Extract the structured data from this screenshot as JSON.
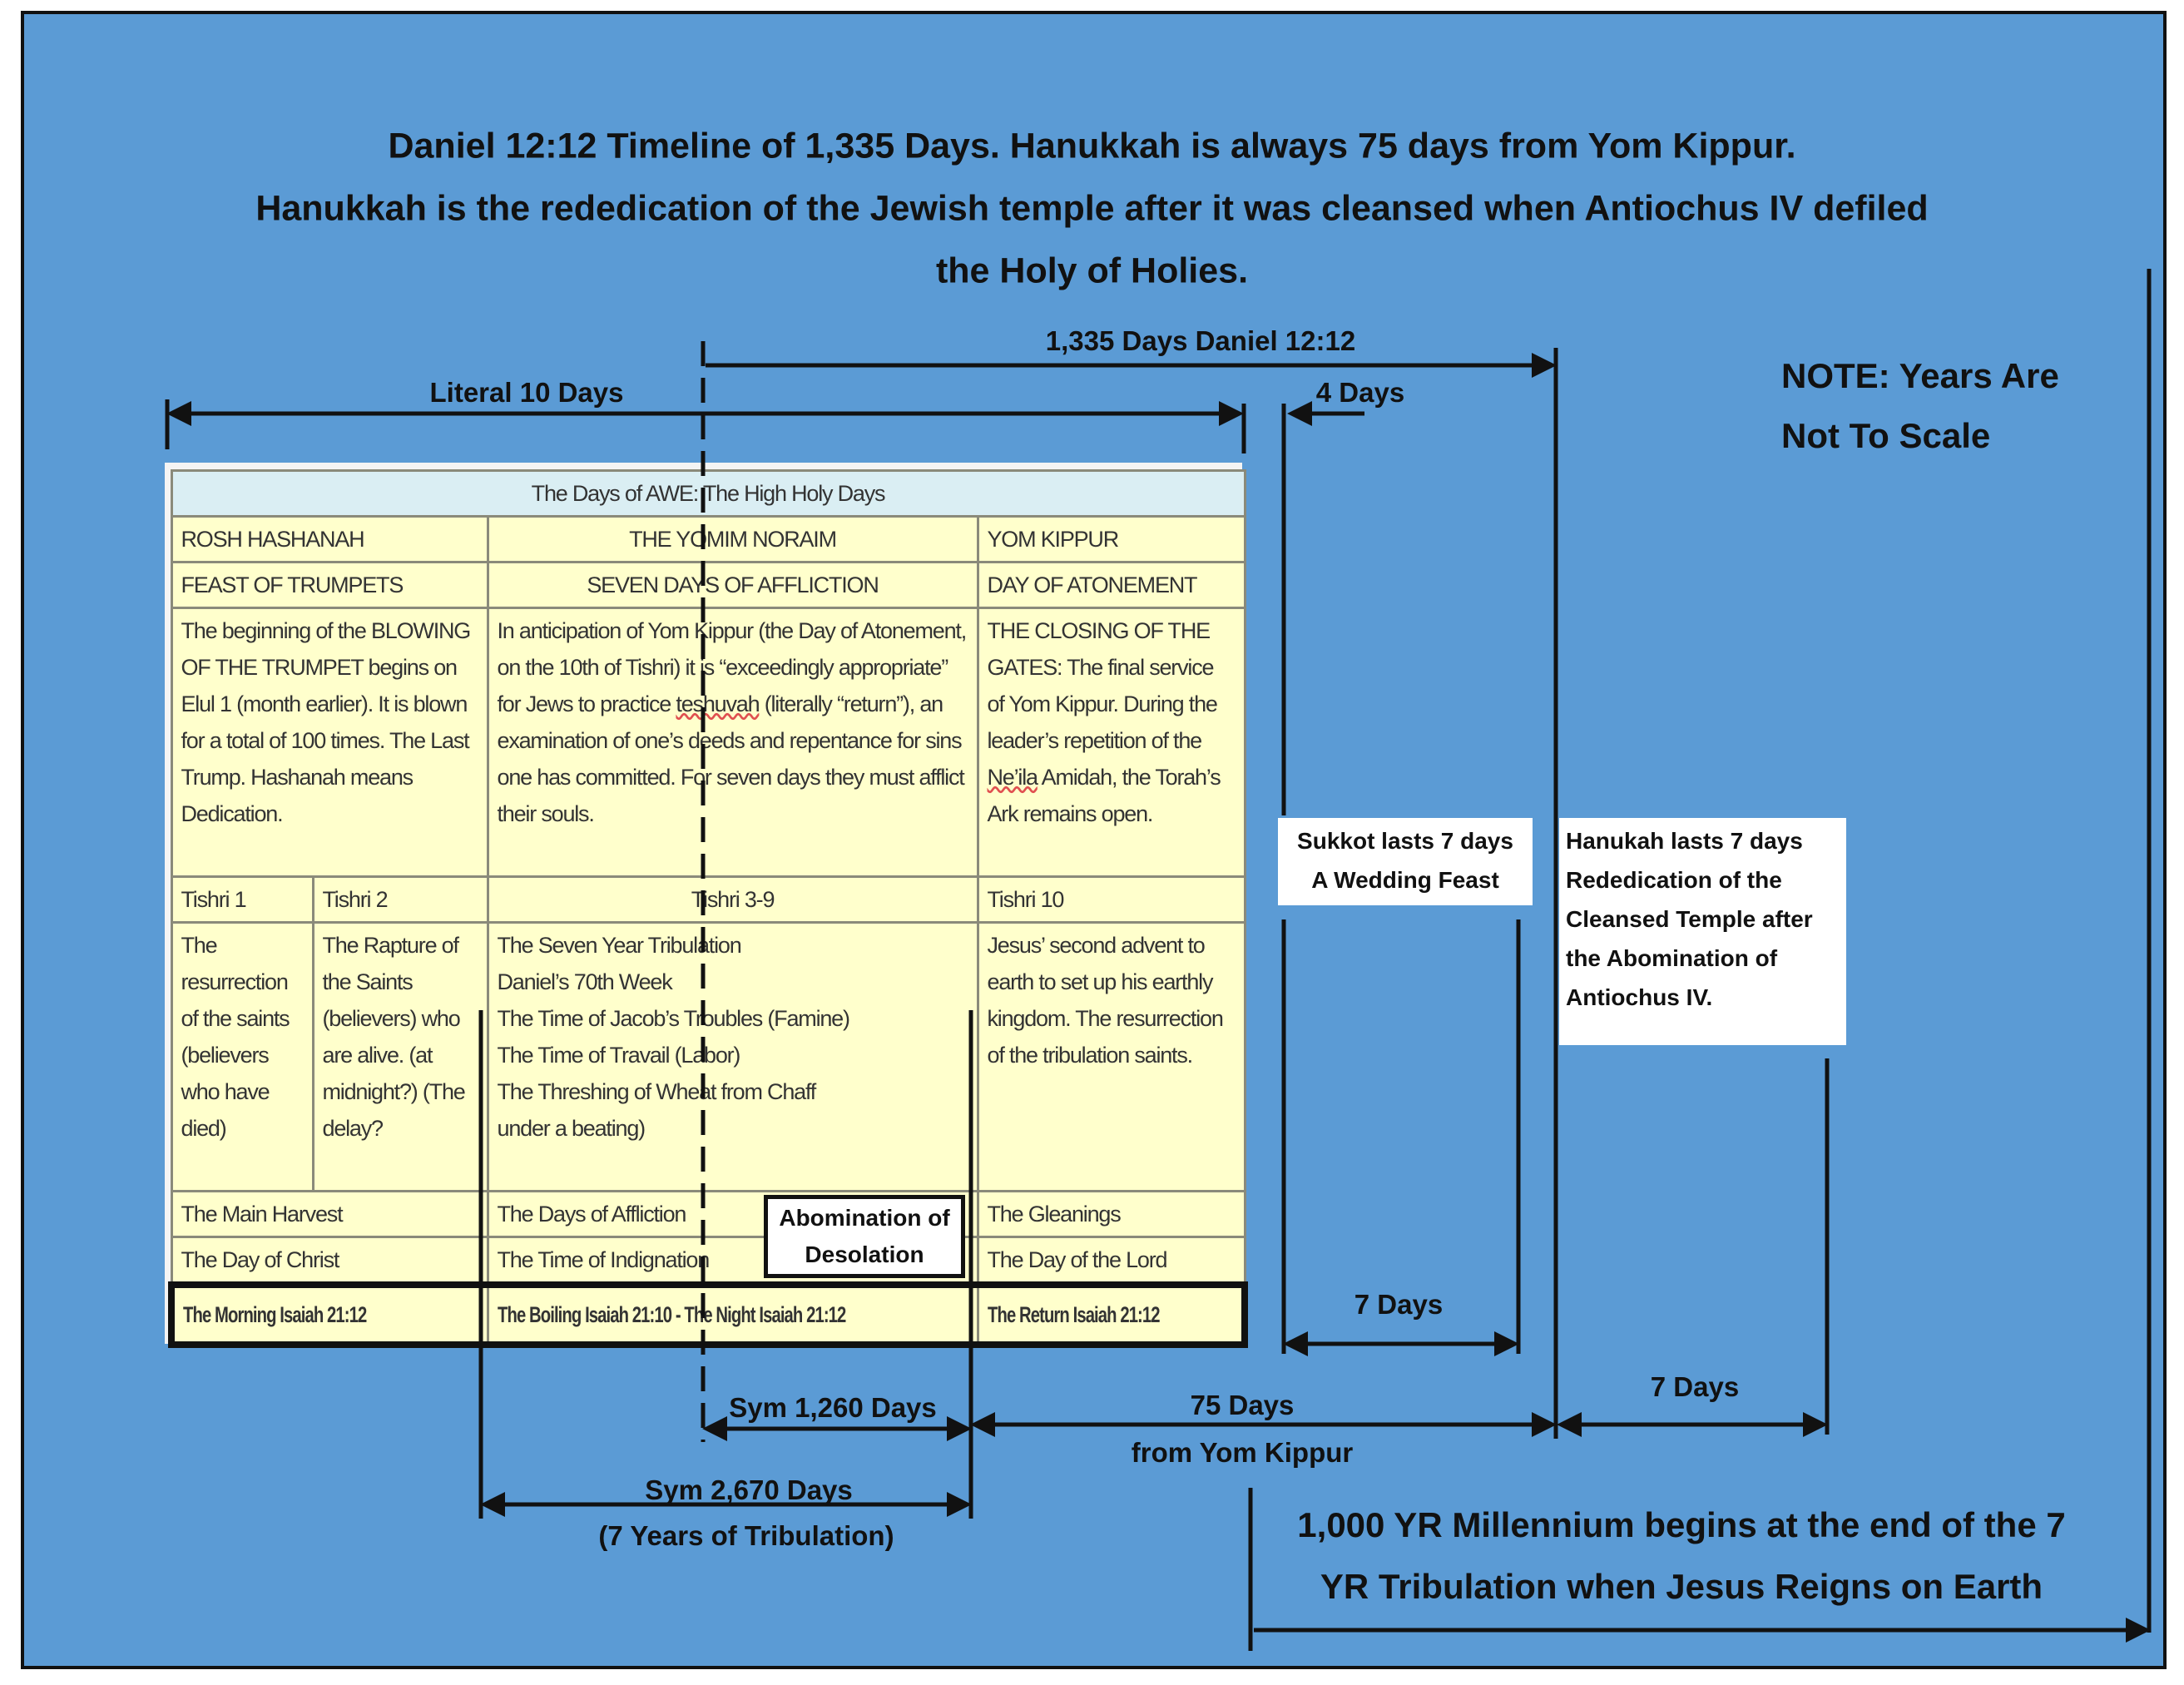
{
  "title": {
    "line1": "Daniel 12:12 Timeline of 1,335 Days. Hanukkah is always 75 days from Yom Kippur.",
    "line2": "Hanukkah is the rededication of the Jewish temple after it was cleansed when Antiochus IV defiled",
    "line3": "the Holy of Holies."
  },
  "note": {
    "line1": "NOTE: Years Are",
    "line2": "Not To Scale"
  },
  "labels": {
    "days_1335": "1,335 Days Daniel 12:12",
    "literal_10": "Literal 10 Days",
    "days_4": "4 Days",
    "days_7_sukkot": "7 Days",
    "days_7_hanukkah": "7 Days",
    "days_75": "75 Days",
    "from_yom_kippur": "from Yom Kippur",
    "sym_1260": "Sym 1,260 Days",
    "sym_2670": "Sym 2,670 Days",
    "seven_years": "(7 Years of Tribulation)"
  },
  "millennium": {
    "line1": "1,000 YR Millennium begins at the end of the 7",
    "line2": "YR Tribulation when Jesus Reigns on Earth"
  },
  "sukkot_box": {
    "line1": "Sukkot lasts 7 days",
    "line2": "A Wedding Feast"
  },
  "hanukkah_box": [
    "Hanukah lasts 7 days",
    "Rededication of the",
    "Cleansed Temple after",
    "the Abomination of",
    "Antiochus IV."
  ],
  "abomination_box": {
    "line1": "Abomination of",
    "line2": "Desolation"
  },
  "table": {
    "header": "The Days of AWE: The High Holy Days",
    "row1": [
      "ROSH HASHANAH",
      "THE YOMIM NORAIM",
      "YOM KIPPUR"
    ],
    "row2": [
      "FEAST OF TRUMPETS",
      "SEVEN DAYS OF AFFLICTION",
      "DAY OF ATONEMENT"
    ],
    "row3": [
      "The beginning of the BLOWING OF THE TRUMPET begins on Elul 1 (month earlier). It is blown for a total of 100 times. The Last Trump. Hashanah means Dedication.",
      "In anticipation of Yom Kippur (the Day of Atonement, on the 10th of Tishri) it is “exceedingly appropriate” for Jews to practice",
      "teshuvah",
      "(literally “return”), an examination of one’s deeds and repentance for sins one has committed. For seven days they must afflict their souls.",
      "THE CLOSING OF THE GATES: The final service of Yom Kippur. During the leader’s repetition of the",
      "Ne’ila",
      "Amidah, the Torah’s Ark remains open."
    ],
    "row4": [
      "Tishri 1",
      "Tishri 2",
      "Tishri 3-9",
      "Tishri 10"
    ],
    "row5": [
      "The resurrection of the saints (believers who have died)",
      "The Rapture of the Saints (believers) who are alive. (at midnight?) (The delay?",
      [
        "The Seven Year Tribulation",
        "Daniel’s 70th Week",
        "The Time of Jacob’s Troubles (Famine)",
        "The Time of Travail (Labor)",
        "The Threshing of Wheat from Chaff",
        "under a beating)"
      ],
      "Jesus’ second advent to earth to set up his earthly kingdom. The resurrection of the tribulation saints."
    ],
    "row6": [
      "The Main Harvest",
      "The Days of Affliction",
      "The Gleanings"
    ],
    "row7": [
      "The Day of Christ",
      "The Time of Indignation",
      "The Day of the Lord"
    ],
    "row8": [
      "The Morning  Isaiah 21:12",
      "The Boiling Isaiah 21:10 - The Night  Isaiah 21:12",
      "The Return  Isaiah 21:12"
    ]
  }
}
